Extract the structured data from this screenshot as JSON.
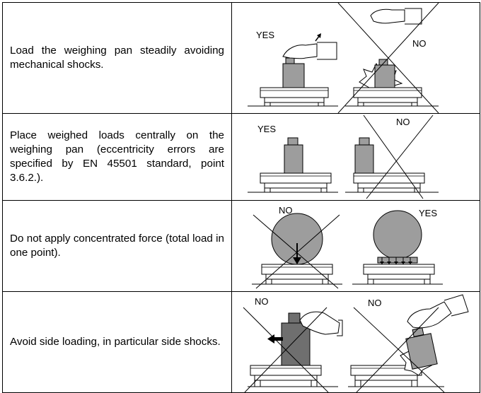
{
  "rows": [
    {
      "text": "Load the weighing pan steadily avoiding mechanical shocks.",
      "labels": [
        "YES",
        "NO"
      ]
    },
    {
      "text": "Place weighed loads centrally on the weighing pan (eccentricity errors are specified by EN 45501 standard, point 3.6.2.).",
      "labels": [
        "YES",
        "NO"
      ]
    },
    {
      "text": "Do not apply concentrated force (total load in one point).",
      "labels": [
        "NO",
        "YES"
      ]
    },
    {
      "text": "Avoid side loading, in particular side shocks.",
      "labels": [
        "NO",
        "NO"
      ]
    }
  ],
  "colors": {
    "weight_fill": "#9d9d9d",
    "dark_weight_fill": "#6f6f6f",
    "line": "#000000"
  },
  "icons": [
    "hand-icon",
    "scale-icon",
    "weight-icon",
    "cross-icon",
    "arrow-icon",
    "impact-icon",
    "ball-icon"
  ]
}
